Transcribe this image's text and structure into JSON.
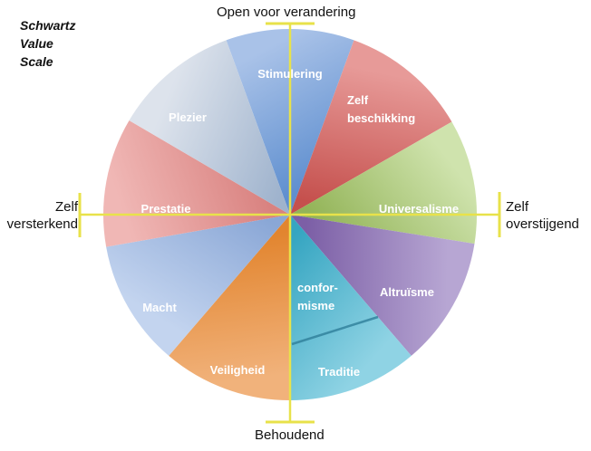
{
  "title": {
    "lines": [
      "Schwartz",
      "Value",
      "Scale"
    ]
  },
  "axes": {
    "top": "Open voor verandering",
    "bottom": "Behoudend",
    "left": [
      "Zelf",
      "versterkend"
    ],
    "right": [
      "Zelf",
      "overstijgend"
    ],
    "color": "#e8e24a"
  },
  "chart_data": {
    "type": "pie",
    "title": "Schwartz Value Scale",
    "start_angle_deg": -20,
    "direction": "clockwise",
    "slices": [
      {
        "label": [
          "Stimulering"
        ],
        "value": 40,
        "color_light": "#a9c2e8",
        "color_dark": "#5f8fcf"
      },
      {
        "label": [
          "Zelf",
          "beschikking"
        ],
        "value": 40,
        "color_light": "#e79a98",
        "color_dark": "#c5504d"
      },
      {
        "label": [
          "Universalisme"
        ],
        "value": 39,
        "color_light": "#cfe3ad",
        "color_dark": "#93b458"
      },
      {
        "label": [
          "Altruïsme"
        ],
        "value": 40.5,
        "color_light": "#b7a6d3",
        "color_dark": "#7c5fa6"
      },
      {
        "label": [
          "Traditie"
        ],
        "value": 40.5,
        "color_light": "#8fd3e4",
        "color_dark": "#35a5c1"
      },
      {
        "label": [
          "Veiligheid"
        ],
        "value": 40.5,
        "color_light": "#f1b27b",
        "color_dark": "#e2852f"
      },
      {
        "label": [
          "Macht"
        ],
        "value": 39.5,
        "color_light": "#c3d4ef",
        "color_dark": "#8aa7d6"
      },
      {
        "label": [
          "Prestatie"
        ],
        "value": 40.5,
        "color_light": "#f0b7b5",
        "color_dark": "#d98280"
      },
      {
        "label": [
          "Plezier"
        ],
        "value": 39.5,
        "color_light": "#dde3ec",
        "color_dark": "#9fb3cd"
      }
    ],
    "sub_segment": {
      "label": [
        "confor-",
        "misme"
      ],
      "within": "Traditie",
      "divider_color": "#2f7f9a"
    }
  }
}
